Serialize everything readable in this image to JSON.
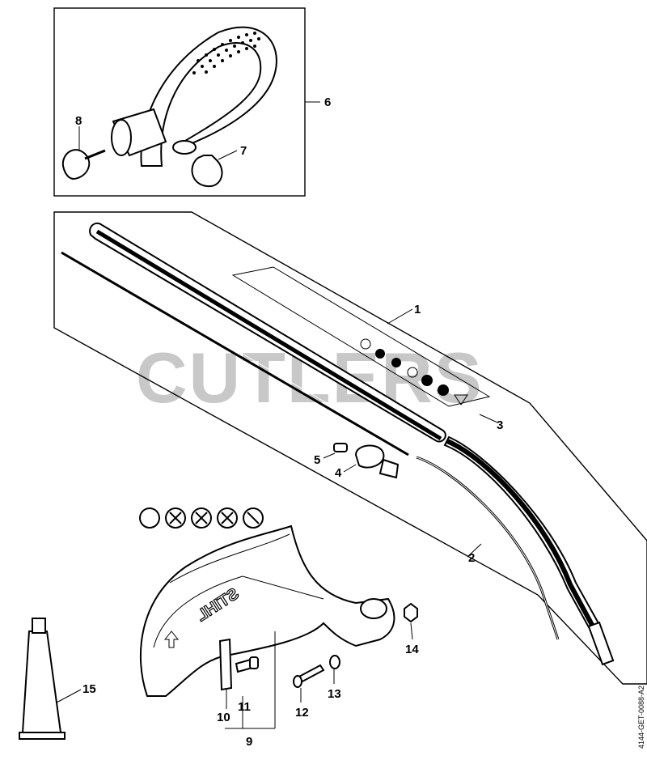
{
  "diagram": {
    "watermark": "CUTLERS",
    "drawing_code": "4144-GET-0088-A2",
    "guard_brand": "STIHL",
    "callouts": [
      "1",
      "2",
      "3",
      "4",
      "5",
      "6",
      "7",
      "8",
      "9",
      "10",
      "11",
      "12",
      "13",
      "14",
      "15"
    ]
  }
}
